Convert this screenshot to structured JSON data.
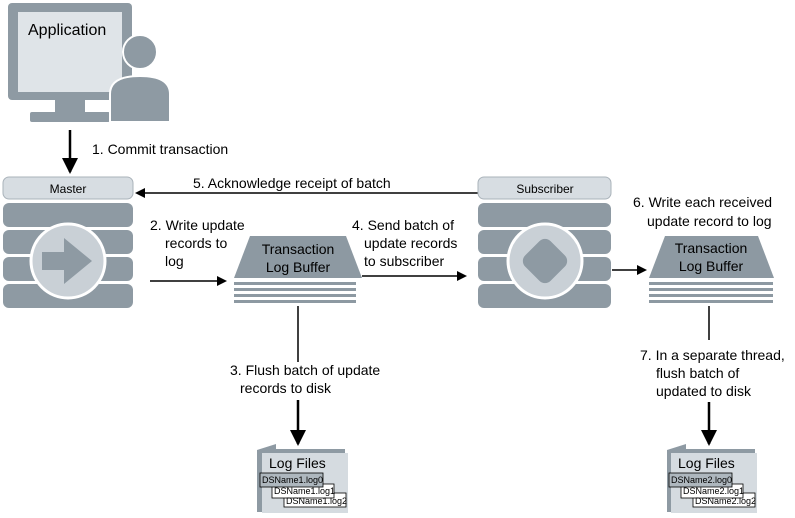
{
  "application": {
    "label": "Application"
  },
  "master": {
    "label": "Master"
  },
  "subscriber": {
    "label": "Subscriber"
  },
  "steps": {
    "s1": "1. Commit transaction",
    "s2": [
      "2. Write update",
      "records to",
      "log"
    ],
    "s3": [
      "3. Flush batch of update",
      "records to disk"
    ],
    "s4": [
      "4. Send batch of",
      "update records",
      "to subscriber"
    ],
    "s5": "5. Acknowledge receipt of batch",
    "s6": [
      "6. Write each received",
      "update record to log"
    ],
    "s7": [
      "7. In a separate thread,",
      "flush batch of",
      "updated to disk"
    ]
  },
  "buffer_left": [
    "Transaction",
    "Log Buffer"
  ],
  "buffer_right": [
    "Transaction",
    "Log Buffer"
  ],
  "log_files_left": {
    "title": "Log Files",
    "files": [
      "DSName1.log0",
      "DSName1.log1",
      "DSName1.log2"
    ]
  },
  "log_files_right": {
    "title": "Log Files",
    "files": [
      "DSName2.log0",
      "DSName2.log1",
      "DSName2.log2"
    ]
  },
  "colors": {
    "gray_dark": "#8e9aa3",
    "gray_light": "#d7dde2",
    "gray_mid": "#c2c9cf",
    "buffer": "#8d99a2",
    "line": "#000000"
  }
}
